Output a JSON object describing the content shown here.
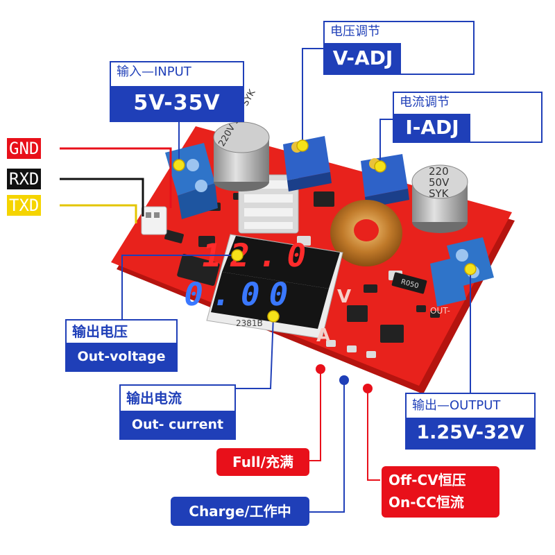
{
  "labels": {
    "input": {
      "header": "输入—INPUT",
      "value": "5V-35V"
    },
    "v_adj": {
      "header": "电压调节",
      "value": "V-ADJ"
    },
    "i_adj": {
      "header": "电流调节",
      "value": "I-ADJ"
    },
    "out_voltage": {
      "header": "输出电压",
      "value": "Out-voltage"
    },
    "out_current": {
      "header": "输出电流",
      "value": "Out- current"
    },
    "output": {
      "header": "输出—OUTPUT",
      "value": "1.25V-32V"
    },
    "full": "Full/充满",
    "charge": "Charge/工作中",
    "off_cv": "Off-CV恒压",
    "on_cc": "On-CC恒流"
  },
  "pins": {
    "gnd": "GND",
    "rxd": "RXD",
    "txd": "TXD"
  },
  "board": {
    "cap_left": "220V 50V SYK",
    "cap_right_top": "220",
    "cap_right_mid": "50V",
    "cap_right_bot": "SYK",
    "display_top": "12.0",
    "display_bottom": "0.00",
    "display_code": "2381B",
    "resistor": "R050",
    "letter_v": "V",
    "letter_a": "A",
    "out_minus": "OUT-"
  },
  "colors": {
    "board": "#e8221c",
    "label_blue": "#1f3fb8",
    "label_red": "#e8101a",
    "terminal_blue": "#2f74c9",
    "pot_blue": "#2e62c8",
    "led_red": "#ff2b2b",
    "led_blue": "#3a78ff",
    "txd_yellow": "#f5d400"
  }
}
